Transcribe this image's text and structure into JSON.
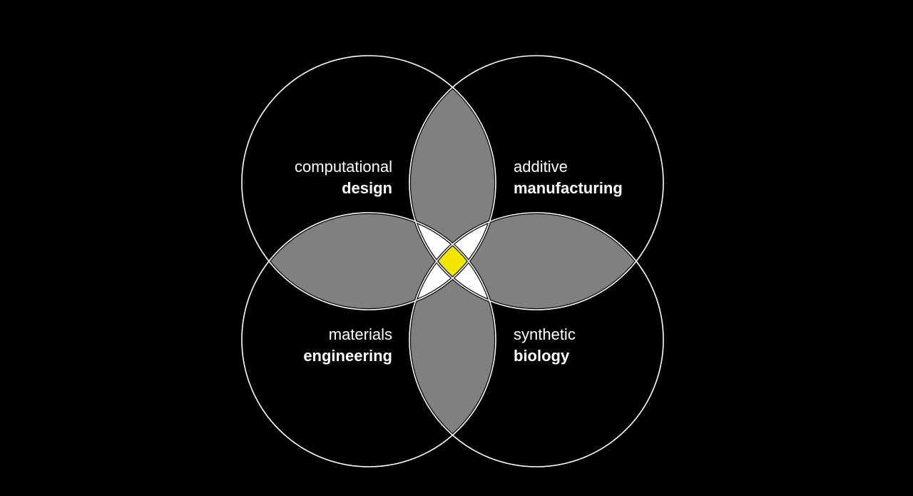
{
  "diagram": {
    "colors": {
      "background": "#000000",
      "outline": "#ffffff",
      "pair_overlap": "#808080",
      "triple_overlap": "#ffffff",
      "center_overlap": "#f2e600"
    },
    "circles": [
      {
        "id": "tl",
        "line1": "computational",
        "line2": "design"
      },
      {
        "id": "tr",
        "line1": "additive",
        "line2": "manufacturing"
      },
      {
        "id": "bl",
        "line1": "materials",
        "line2": "engineering"
      },
      {
        "id": "br",
        "line1": "synthetic",
        "line2": "biology"
      }
    ]
  }
}
